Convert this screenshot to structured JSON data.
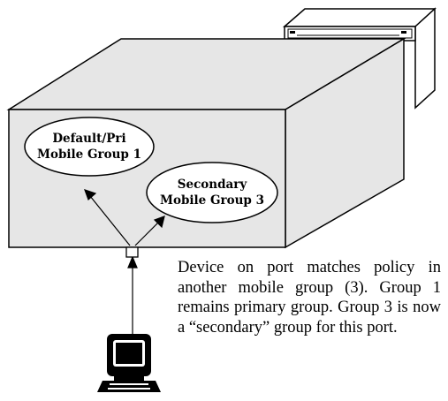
{
  "diagram": {
    "groups": {
      "primary": {
        "line1": "Default/Pri",
        "line2": "Mobile Group 1"
      },
      "secondary": {
        "line1": "Secondary",
        "line2": "Mobile Group 3"
      }
    },
    "caption": "Device on port matches policy in another mobile group (3). Group 1 remains primary group. Group 3 is now a “secondary” group for this port.",
    "colors": {
      "box_fill": "#e6e6e6",
      "stroke": "#000000"
    }
  }
}
